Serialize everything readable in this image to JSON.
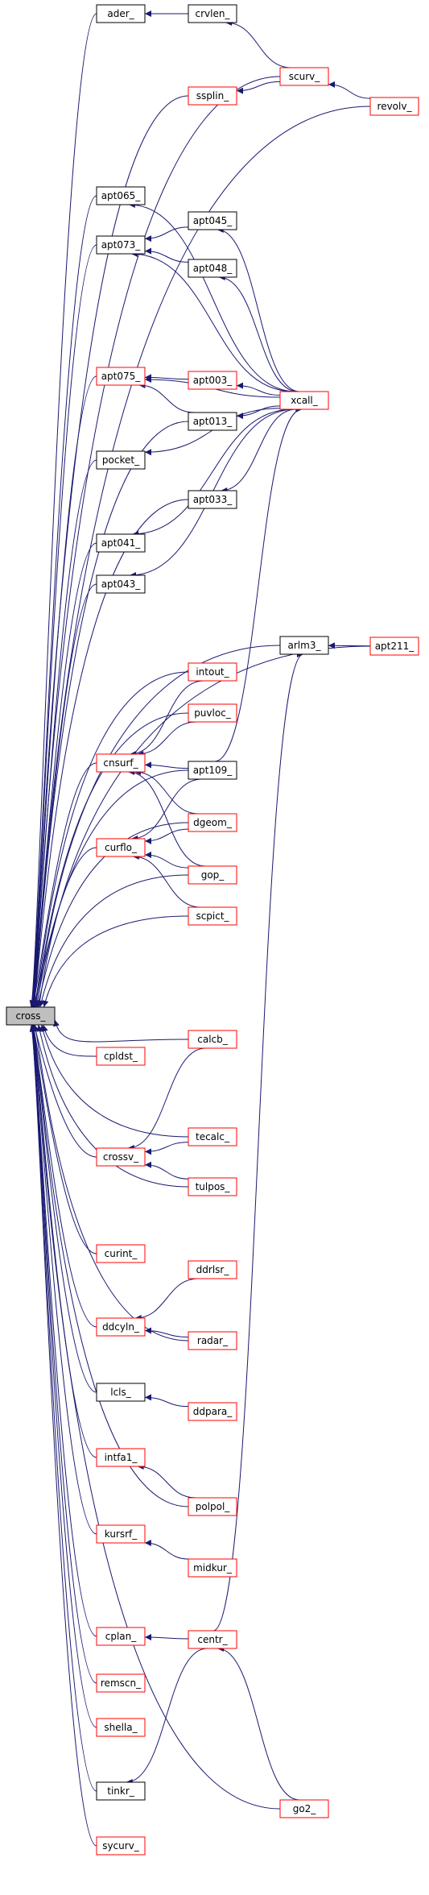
{
  "title": "",
  "colors": {
    "edge": "#191970",
    "node_border_default": "#000000",
    "node_border_highlight": "#ff0000",
    "root_fill": "#bfbfbf",
    "node_fill": "#ffffff"
  },
  "nodes": [
    {
      "id": "cross",
      "label": "cross_",
      "style": "root"
    },
    {
      "id": "ader",
      "label": "ader_",
      "style": "black"
    },
    {
      "id": "crvlen",
      "label": "crvlen_",
      "style": "black"
    },
    {
      "id": "scurv",
      "label": "scurv_",
      "style": "red"
    },
    {
      "id": "ssplin",
      "label": "ssplin_",
      "style": "red"
    },
    {
      "id": "revolv",
      "label": "revolv_",
      "style": "red"
    },
    {
      "id": "apt065",
      "label": "apt065_",
      "style": "black"
    },
    {
      "id": "apt045",
      "label": "apt045_",
      "style": "black"
    },
    {
      "id": "apt073",
      "label": "apt073_",
      "style": "black"
    },
    {
      "id": "apt048",
      "label": "apt048_",
      "style": "black"
    },
    {
      "id": "apt075",
      "label": "apt075_",
      "style": "red"
    },
    {
      "id": "apt003",
      "label": "apt003_",
      "style": "red"
    },
    {
      "id": "xcall",
      "label": "xcall_",
      "style": "red"
    },
    {
      "id": "apt013",
      "label": "apt013_",
      "style": "black"
    },
    {
      "id": "pocket",
      "label": "pocket_",
      "style": "black"
    },
    {
      "id": "apt033",
      "label": "apt033_",
      "style": "black"
    },
    {
      "id": "apt041",
      "label": "apt041_",
      "style": "black"
    },
    {
      "id": "apt043",
      "label": "apt043_",
      "style": "black"
    },
    {
      "id": "apt211",
      "label": "apt211_",
      "style": "red"
    },
    {
      "id": "arlm3",
      "label": "arlm3_",
      "style": "black"
    },
    {
      "id": "intout",
      "label": "intout_",
      "style": "red"
    },
    {
      "id": "puvloc",
      "label": "puvloc_",
      "style": "red"
    },
    {
      "id": "cnsurf",
      "label": "cnsurf_",
      "style": "red"
    },
    {
      "id": "apt109",
      "label": "apt109_",
      "style": "black"
    },
    {
      "id": "dgeom",
      "label": "dgeom_",
      "style": "red"
    },
    {
      "id": "curflo",
      "label": "curflo_",
      "style": "red"
    },
    {
      "id": "gop",
      "label": "gop_",
      "style": "red"
    },
    {
      "id": "scpict",
      "label": "scpict_",
      "style": "red"
    },
    {
      "id": "cpldst",
      "label": "cpldst_",
      "style": "red"
    },
    {
      "id": "calcb",
      "label": "calcb_",
      "style": "red"
    },
    {
      "id": "tecalc",
      "label": "tecalc_",
      "style": "red"
    },
    {
      "id": "crossv",
      "label": "crossv_",
      "style": "red"
    },
    {
      "id": "tulpos",
      "label": "tulpos_",
      "style": "red"
    },
    {
      "id": "curint",
      "label": "curint_",
      "style": "red"
    },
    {
      "id": "ddrlsr",
      "label": "ddrlsr_",
      "style": "red"
    },
    {
      "id": "ddcyln",
      "label": "ddcyln_",
      "style": "red"
    },
    {
      "id": "radar",
      "label": "radar_",
      "style": "red"
    },
    {
      "id": "lcls",
      "label": "lcls_",
      "style": "black"
    },
    {
      "id": "ddpara",
      "label": "ddpara_",
      "style": "red"
    },
    {
      "id": "intfa1",
      "label": "intfa1_",
      "style": "red"
    },
    {
      "id": "polpol",
      "label": "polpol_",
      "style": "red"
    },
    {
      "id": "kursrf",
      "label": "kursrf_",
      "style": "red"
    },
    {
      "id": "midkur",
      "label": "midkur_",
      "style": "red"
    },
    {
      "id": "cplan",
      "label": "cplan_",
      "style": "red"
    },
    {
      "id": "centr",
      "label": "centr_",
      "style": "red"
    },
    {
      "id": "remscn",
      "label": "remscn_",
      "style": "red"
    },
    {
      "id": "shella",
      "label": "shella_",
      "style": "red"
    },
    {
      "id": "go2",
      "label": "go2_",
      "style": "red"
    },
    {
      "id": "tinkr",
      "label": "tinkr_",
      "style": "black"
    },
    {
      "id": "sycurv",
      "label": "sycurv_",
      "style": "red"
    }
  ],
  "edges": [
    {
      "from": "ader",
      "to": "cross"
    },
    {
      "from": "scurv",
      "to": "cross"
    },
    {
      "from": "ssplin",
      "to": "cross"
    },
    {
      "from": "revolv",
      "to": "cross"
    },
    {
      "from": "apt065",
      "to": "cross"
    },
    {
      "from": "apt073",
      "to": "cross"
    },
    {
      "from": "apt075",
      "to": "cross"
    },
    {
      "from": "apt013",
      "to": "cross"
    },
    {
      "from": "pocket",
      "to": "cross"
    },
    {
      "from": "apt033",
      "to": "cross"
    },
    {
      "from": "apt041",
      "to": "cross"
    },
    {
      "from": "apt043",
      "to": "cross"
    },
    {
      "from": "apt211",
      "to": "cross"
    },
    {
      "from": "arlm3",
      "to": "cross"
    },
    {
      "from": "intout",
      "to": "cross"
    },
    {
      "from": "puvloc",
      "to": "cross"
    },
    {
      "from": "cnsurf",
      "to": "cross"
    },
    {
      "from": "apt109",
      "to": "cross"
    },
    {
      "from": "dgeom",
      "to": "cross"
    },
    {
      "from": "curflo",
      "to": "cross"
    },
    {
      "from": "gop",
      "to": "cross"
    },
    {
      "from": "scpict",
      "to": "cross"
    },
    {
      "from": "cpldst",
      "to": "cross"
    },
    {
      "from": "calcb",
      "to": "cross"
    },
    {
      "from": "tecalc",
      "to": "cross"
    },
    {
      "from": "crossv",
      "to": "cross"
    },
    {
      "from": "tulpos",
      "to": "cross"
    },
    {
      "from": "curint",
      "to": "cross"
    },
    {
      "from": "ddcyln",
      "to": "cross"
    },
    {
      "from": "radar",
      "to": "cross"
    },
    {
      "from": "lcls",
      "to": "cross"
    },
    {
      "from": "intfa1",
      "to": "cross"
    },
    {
      "from": "polpol",
      "to": "cross"
    },
    {
      "from": "kursrf",
      "to": "cross"
    },
    {
      "from": "cplan",
      "to": "cross"
    },
    {
      "from": "remscn",
      "to": "cross"
    },
    {
      "from": "shella",
      "to": "cross"
    },
    {
      "from": "tinkr",
      "to": "cross"
    },
    {
      "from": "sycurv",
      "to": "cross"
    },
    {
      "from": "go2",
      "to": "cross"
    },
    {
      "from": "crvlen",
      "to": "ader"
    },
    {
      "from": "scurv",
      "to": "crvlen"
    },
    {
      "from": "scurv",
      "to": "ssplin"
    },
    {
      "from": "revolv",
      "to": "scurv"
    },
    {
      "from": "xcall",
      "to": "apt065"
    },
    {
      "from": "xcall",
      "to": "apt073"
    },
    {
      "from": "apt045",
      "to": "apt073"
    },
    {
      "from": "apt048",
      "to": "apt073"
    },
    {
      "from": "xcall",
      "to": "apt045"
    },
    {
      "from": "xcall",
      "to": "apt048"
    },
    {
      "from": "apt003",
      "to": "apt075"
    },
    {
      "from": "apt013",
      "to": "apt075"
    },
    {
      "from": "xcall",
      "to": "apt075"
    },
    {
      "from": "xcall",
      "to": "apt003"
    },
    {
      "from": "xcall",
      "to": "apt013"
    },
    {
      "from": "xcall",
      "to": "pocket"
    },
    {
      "from": "xcall",
      "to": "apt033"
    },
    {
      "from": "xcall",
      "to": "apt041"
    },
    {
      "from": "xcall",
      "to": "apt043"
    },
    {
      "from": "apt109",
      "to": "xcall"
    },
    {
      "from": "apt211",
      "to": "arlm3"
    },
    {
      "from": "intout",
      "to": "cnsurf"
    },
    {
      "from": "puvloc",
      "to": "cnsurf"
    },
    {
      "from": "apt109",
      "to": "cnsurf"
    },
    {
      "from": "dgeom",
      "to": "cnsurf"
    },
    {
      "from": "gop",
      "to": "cnsurf"
    },
    {
      "from": "apt109",
      "to": "curflo"
    },
    {
      "from": "dgeom",
      "to": "curflo"
    },
    {
      "from": "gop",
      "to": "curflo"
    },
    {
      "from": "scpict",
      "to": "curflo"
    },
    {
      "from": "calcb",
      "to": "crossv"
    },
    {
      "from": "tecalc",
      "to": "crossv"
    },
    {
      "from": "tulpos",
      "to": "crossv"
    },
    {
      "from": "ddrlsr",
      "to": "ddcyln"
    },
    {
      "from": "radar",
      "to": "ddcyln"
    },
    {
      "from": "ddpara",
      "to": "lcls"
    },
    {
      "from": "polpol",
      "to": "intfa1"
    },
    {
      "from": "midkur",
      "to": "kursrf"
    },
    {
      "from": "centr",
      "to": "cplan"
    },
    {
      "from": "centr",
      "to": "tinkr"
    },
    {
      "from": "go2",
      "to": "centr"
    },
    {
      "from": "centr",
      "to": "arlm3"
    }
  ]
}
